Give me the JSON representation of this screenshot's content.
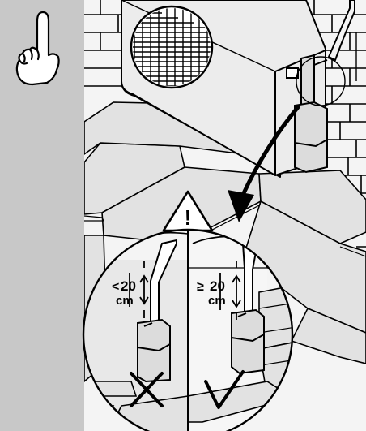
{
  "warning_symbol": "!",
  "left_panel": {
    "comparator": "<",
    "value": "20",
    "unit": "cm",
    "verdict": "incorrect",
    "verdict_icon": "cross-mark-icon"
  },
  "right_panel": {
    "comparator": "≥",
    "value": "20",
    "unit": "cm",
    "verdict": "correct",
    "verdict_icon": "check-mark-icon"
  },
  "colors": {
    "sidebar": "#c8c8c8",
    "floor": "#e2e2e2",
    "line": "#000000",
    "unit_body": "#ececec",
    "insulation": "#dcdcdc"
  }
}
